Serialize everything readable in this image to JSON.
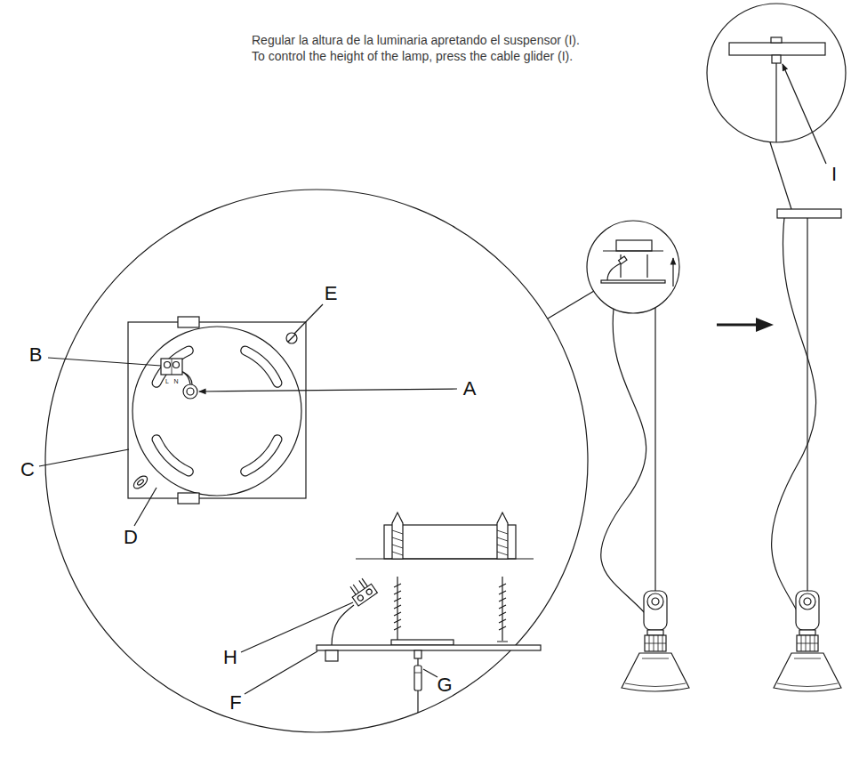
{
  "diagram": {
    "labels": [
      "Regular la altura de la luminaria apretando el suspensor (I).",
      "To control the height of the lamp, press the cable glider (I).",
      "B",
      "E",
      "A",
      "C",
      "D",
      "H",
      "F",
      "G",
      "I",
      "L",
      "N"
    ]
  }
}
